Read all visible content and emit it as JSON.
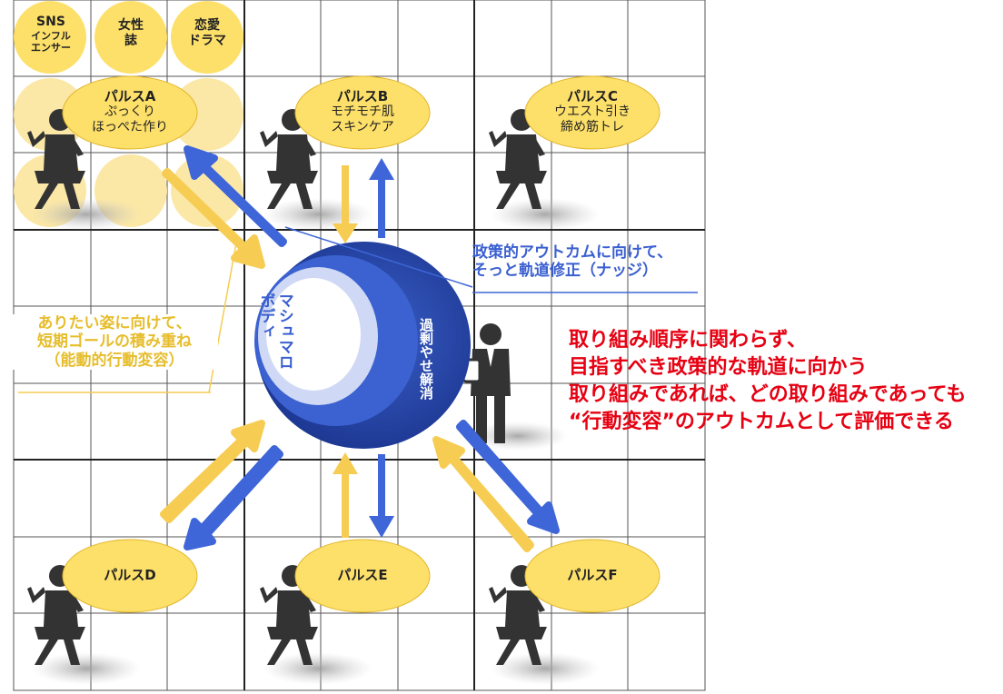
{
  "sources": [
    {
      "name": "SNS",
      "sub": "インフル\nエンサー"
    },
    {
      "name": "女性\n誌",
      "sub": ""
    },
    {
      "name": "恋愛\nドラマ",
      "sub": ""
    }
  ],
  "pulses": [
    {
      "name": "パルスA",
      "desc": "ぷっくり\nほっぺた作り"
    },
    {
      "name": "パルスB",
      "desc": "モチモチ肌\nスキンケア"
    },
    {
      "name": "パルスC",
      "desc": "ウエスト引き\n締め筋トレ"
    },
    {
      "name": "パルスD",
      "desc": ""
    },
    {
      "name": "パルスE",
      "desc": ""
    },
    {
      "name": "パルスF",
      "desc": ""
    }
  ],
  "sphere": {
    "goal_label": "マシュマロ\nボディ",
    "policy_label": "過剰やせ解消"
  },
  "annotations": {
    "nudge": "政策的アウトカムに向けて、\nそっと軌道修正（ナッジ）",
    "self_directed": "ありたい姿に向けて、\n短期ゴールの積み重ね\n（能動的行動変容）",
    "evaluation": "取り組み順序に関わらず、\n目指すべき政策的な軌道に向かう\n取り組みであれば、どの取り組みであっても\n“行動変容”のアウトカムとして評価できる"
  },
  "colors": {
    "yellow": "#fde06a",
    "yellow_light": "#fbe7a6",
    "arrow_yellow": "#f6cc52",
    "arrow_blue": "#3f66d8",
    "sphere_dark": "#2446a8",
    "sphere_mid": "#3b62d0",
    "person": "#333333",
    "red": "#e60012"
  }
}
